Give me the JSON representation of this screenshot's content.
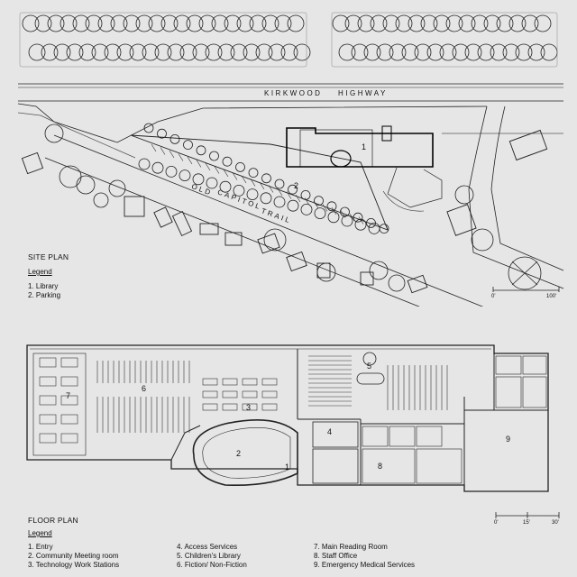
{
  "site": {
    "road_a": "KIRKWOOD",
    "road_b": "HIGHWAY",
    "trail_a": "OLD",
    "trail_b": "CAPITOL",
    "trail_c": "TRAIL",
    "title": "SITE PLAN",
    "legend_title": "Legend",
    "legend": [
      "1. Library",
      "2. Parking"
    ],
    "labels": [
      "1",
      "2"
    ],
    "scale_start": "0'",
    "scale_end": "100'"
  },
  "floor": {
    "title": "FLOOR PLAN",
    "legend_title": "Legend",
    "legend_col1": [
      "1. Entry",
      "2. Community Meeting room",
      "3. Technology Work Stations"
    ],
    "legend_col2": [
      "4. Access Services",
      "5. Children's Library",
      "6. Fiction/ Non-Fiction"
    ],
    "legend_col3": [
      "7. Main Reading Room",
      "8. Staff Office",
      "9. Emergency Medical Services"
    ],
    "labels": [
      "1",
      "2",
      "3",
      "4",
      "5",
      "6",
      "7",
      "8",
      "9"
    ],
    "scale_start": "0'",
    "scale_mid": "15'",
    "scale_end": "30'"
  }
}
